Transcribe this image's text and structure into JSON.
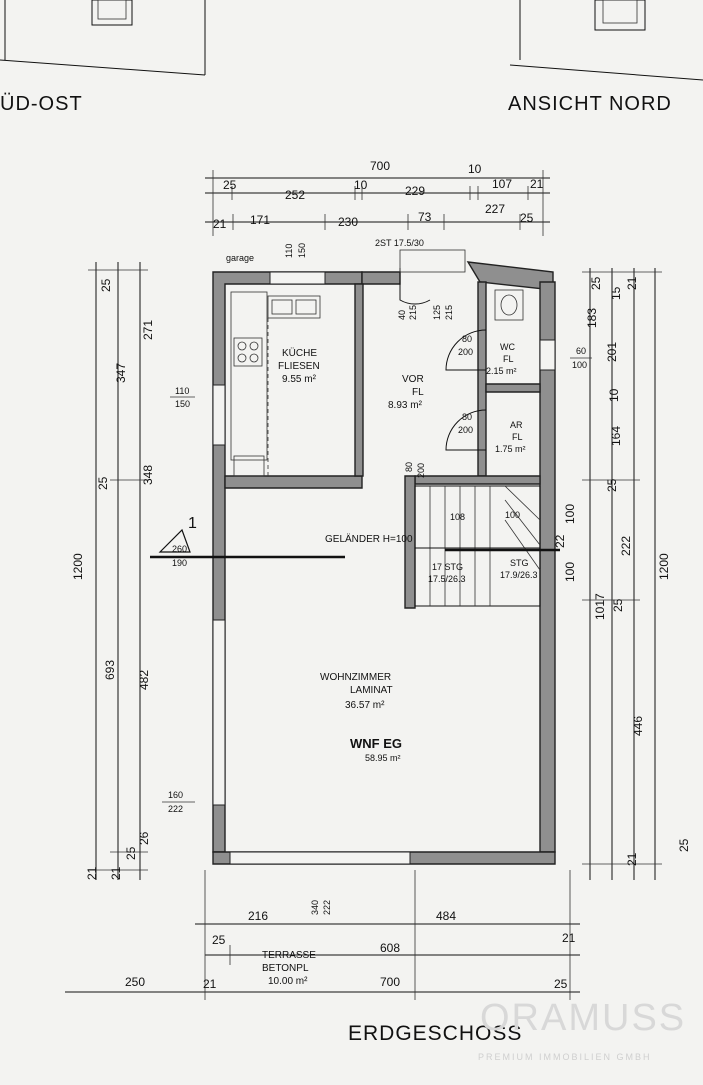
{
  "sheet": {
    "title": "ERDGESCHOSS",
    "view_left": "ÜD-OST",
    "view_right": "ANSICHT NORD",
    "watermark_main": "ORAMUSS",
    "watermark_sub": "PREMIUM IMMOBILIEN GMBH"
  },
  "top_dims": {
    "row1": [
      "700"
    ],
    "row2": [
      "25",
      "252",
      "10",
      "229",
      "10",
      "107",
      "21"
    ],
    "row3": [
      "21",
      "171",
      "230",
      "73",
      "227",
      "25"
    ],
    "garage": "garage",
    "window_110": "110",
    "window_150": "150",
    "stair_note": "2ST 17.5/30"
  },
  "left_dims": {
    "outer": "1200",
    "a1": "25",
    "a2": "347",
    "a3": "25",
    "a4": "693",
    "a5": "21",
    "b1": "271",
    "b2": "348",
    "b3": "482",
    "b4": "26",
    "b5": "25",
    "w1_top": "110",
    "w1_bot": "150",
    "w2_top": "160",
    "w2_bot": "222",
    "section_top": "260",
    "section_bot": "190",
    "section_mark": "1",
    "c1": "21",
    "c2": "21"
  },
  "right_dims": {
    "outer": "1200",
    "a1": "25",
    "a2": "183",
    "a3": "15",
    "a4": "21",
    "a5": "201",
    "a6": "10",
    "a7": "164",
    "a8": "25",
    "a9": "222",
    "a10": "25",
    "a11": "446",
    "a12": "21",
    "a13": "25",
    "b1": "1017",
    "b2": "100",
    "b3": "22",
    "b4": "100",
    "w_top": "60",
    "w_bot": "100"
  },
  "bottom_dims": {
    "d216": "216",
    "d484": "484",
    "d25": "25",
    "d608": "608",
    "d21": "21",
    "d250": "250",
    "d21b": "21",
    "d700": "700",
    "d25b": "25",
    "door_340": "340",
    "door_222": "222"
  },
  "rooms": {
    "kueche": {
      "name": "KÜCHE",
      "floor": "FLIESEN",
      "area": "9.55 m²"
    },
    "vor": {
      "name": "VOR",
      "floor": "FL",
      "area": "8.93 m²"
    },
    "wc": {
      "name": "WC",
      "floor": "FL",
      "area": "2.15 m²"
    },
    "ar": {
      "name": "AR",
      "floor": "FL",
      "area": "1.75 m²"
    },
    "wohn": {
      "name": "WOHNZIMMER",
      "floor": "LAMINAT",
      "area": "36.57 m²"
    },
    "wnf": {
      "name": "WNF EG",
      "area": "58.95 m²"
    },
    "terrasse": {
      "name": "TERRASSE",
      "floor": "BETONPL",
      "area": "10.00 m²"
    }
  },
  "annotations": {
    "gelaender": "GELÄNDER H=100",
    "stair_w1": "108",
    "stair_w2": "100",
    "stg1_a": "17 STG",
    "stg1_b": "17.5/26.3",
    "stg2_a": "STG",
    "stg2_b": "17.9/26.3",
    "door_vor_1": "80",
    "door_vor_2": "200",
    "door_ar_1": "80",
    "door_ar_2": "200",
    "door_hall_1": "80",
    "door_hall_2": "200",
    "vor_40": "40",
    "vor_215": "215",
    "vor_125": "125",
    "vor_215b": "215"
  }
}
